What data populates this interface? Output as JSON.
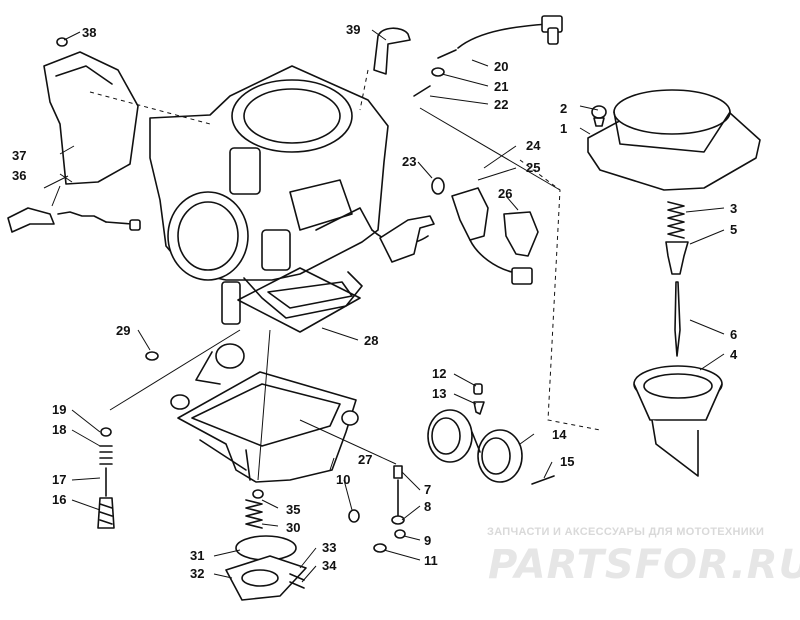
{
  "watermark": {
    "caption": "ЗАПЧАСТИ И АКСЕССУАРЫ ДЛЯ МОТОТЕХНИКИ",
    "logo": "PARTSFOR.RU"
  },
  "callouts": [
    "1",
    "2",
    "3",
    "4",
    "5",
    "6",
    "7",
    "8",
    "9",
    "10",
    "11",
    "12",
    "13",
    "14",
    "15",
    "16",
    "17",
    "18",
    "19",
    "20",
    "21",
    "22",
    "23",
    "24",
    "25",
    "26",
    "27",
    "28",
    "29",
    "30",
    "31",
    "32",
    "33",
    "34",
    "35",
    "36",
    "37",
    "38",
    "39"
  ]
}
